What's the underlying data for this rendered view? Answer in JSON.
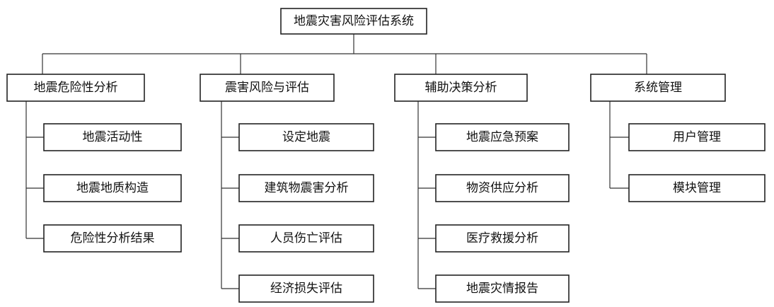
{
  "root": {
    "label": "地震灾害风险评估系统"
  },
  "modules": [
    {
      "label": "地震危险性分析",
      "children": [
        "地震活动性",
        "地震地质构造",
        "危险性分析结果"
      ]
    },
    {
      "label": "震害风险与评估",
      "children": [
        "设定地震",
        "建筑物震害分析",
        "人员伤亡评估",
        "经济损失评估"
      ]
    },
    {
      "label": "辅助决策分析",
      "children": [
        "地震应急预案",
        "物资供应分析",
        "医疗救援分析",
        "地震灾情报告"
      ]
    },
    {
      "label": "系统管理",
      "children": [
        "用户管理",
        "模块管理"
      ]
    }
  ],
  "colors": {
    "stroke": "#222222",
    "background": "#ffffff",
    "text": "#111111"
  }
}
